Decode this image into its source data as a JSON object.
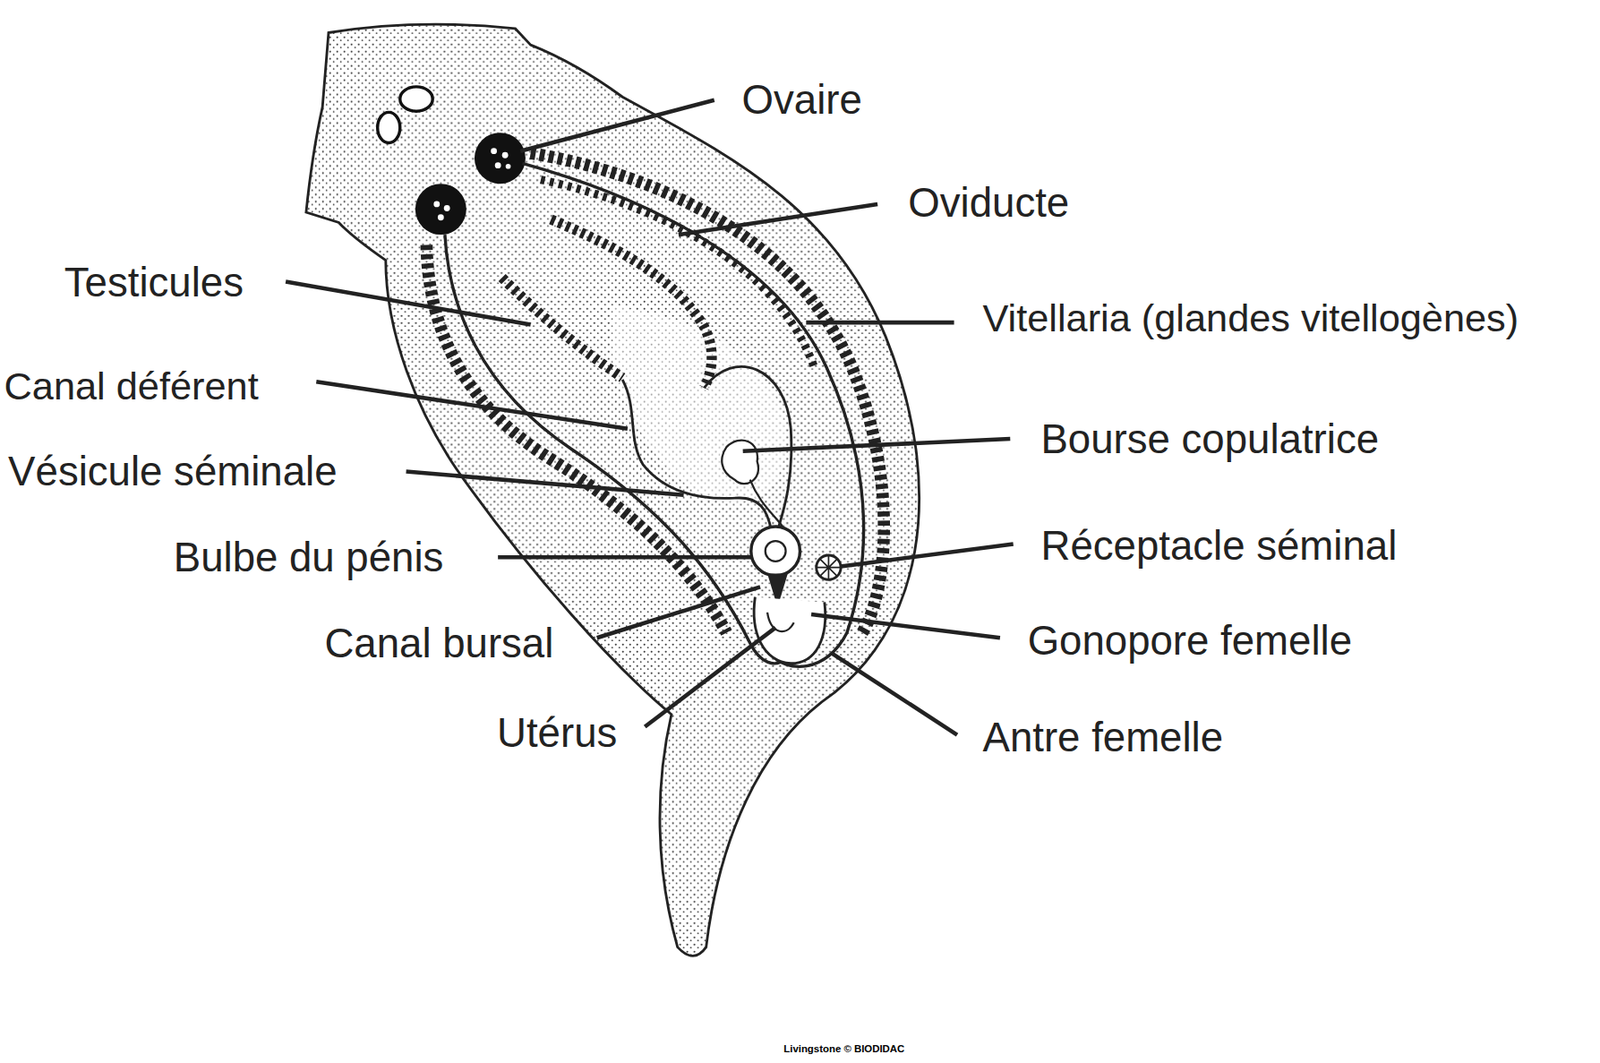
{
  "diagram": {
    "labels": [
      "Ovaire",
      "Oviducte",
      "Testicules",
      "Vitellaria (glandes vitellogènes)",
      "Canal déférent",
      "Bourse copulatrice",
      "Vésicule séminale",
      "Réceptacle séminal",
      "Bulbe du pénis",
      "Canal bursal",
      "Gonopore femelle",
      "Utérus",
      "Antre femelle",
      "Livingstone © BIODIDAC"
    ]
  }
}
